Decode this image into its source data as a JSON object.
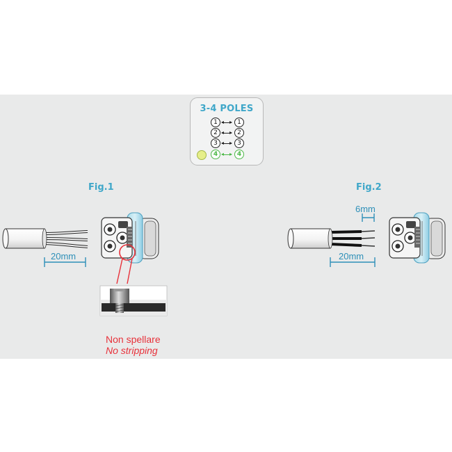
{
  "poles": {
    "title": "3-4 POLES",
    "rows": [
      {
        "left": "1",
        "right": "1",
        "earth": false
      },
      {
        "left": "2",
        "right": "2",
        "earth": false
      },
      {
        "left": "3",
        "right": "3",
        "earth": false
      },
      {
        "left": "4",
        "right": "4",
        "earth": true
      }
    ],
    "earth_color": "#4db848"
  },
  "fig1": {
    "label": "Fig.1",
    "strip_length": "20mm",
    "warning_it": "Non spellare",
    "warning_en": "No stripping"
  },
  "fig2": {
    "label": "Fig.2",
    "strip_length": "20mm",
    "core_strip_length": "6mm"
  },
  "colors": {
    "accent": "#3fa7c9",
    "dimension": "#2d8fb8",
    "warning": "#e8313a",
    "connector_ring": "#8fcde3"
  }
}
